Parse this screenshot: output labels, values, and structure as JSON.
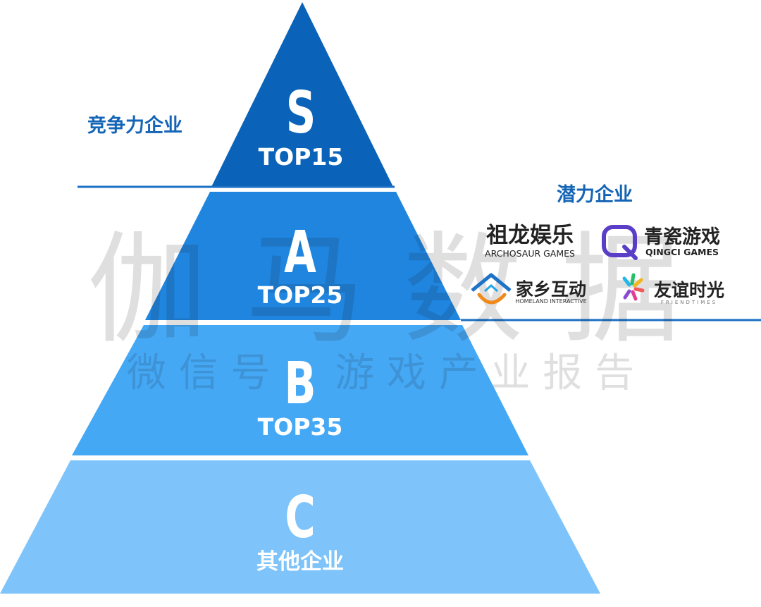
{
  "pyramid": {
    "tiers": [
      {
        "letter": "S",
        "label": "TOP15",
        "color": "#0a63b8"
      },
      {
        "letter": "A",
        "label": "TOP25",
        "color": "#1f85df"
      },
      {
        "letter": "B",
        "label": "TOP35",
        "color": "#45a8f5"
      },
      {
        "letter": "C",
        "label": "其他企业",
        "color": "#7ec4fb"
      }
    ]
  },
  "left_label": {
    "text": "竞争力企业",
    "color": "#1565b6"
  },
  "right_label": {
    "text": "潜力企业",
    "color": "#1565b6"
  },
  "logos": [
    {
      "name": "祖龙娱乐",
      "sub": "ARCHOSAUR GAMES",
      "icon": "archosaur-logo"
    },
    {
      "name": "青瓷游戏",
      "sub": "QINGCI GAMES",
      "icon": "qingci-q-logo"
    },
    {
      "name": "家乡互动",
      "sub": "HOMELAND INTERACTIVE",
      "icon": "homeland-house-logo"
    },
    {
      "name": "友谊时光",
      "sub": "FRIENDTIMES",
      "icon": "friendtimes-burst-logo"
    }
  ],
  "watermark": {
    "line1": "伽 马 数 据",
    "line2": "微 信 号 ： 游 戏 产 业 报 告"
  },
  "colors": {
    "divider": "#1a6fc4",
    "logo_dark": "#222222",
    "qingci": "#5a3ec8"
  }
}
